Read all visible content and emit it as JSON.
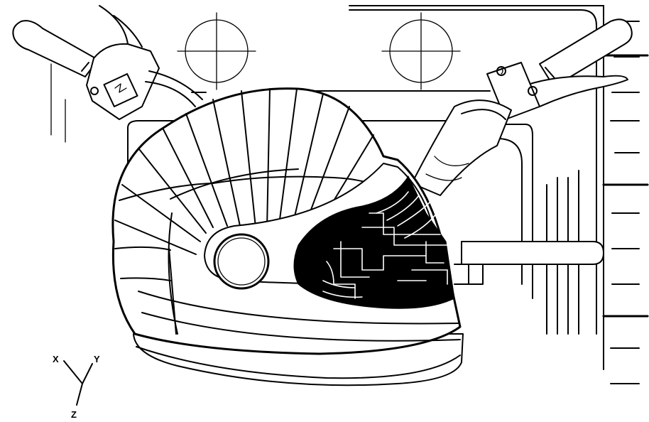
{
  "figure": {
    "axes": {
      "x_label": "X",
      "y_label": "Y",
      "z_label": "Z"
    }
  }
}
